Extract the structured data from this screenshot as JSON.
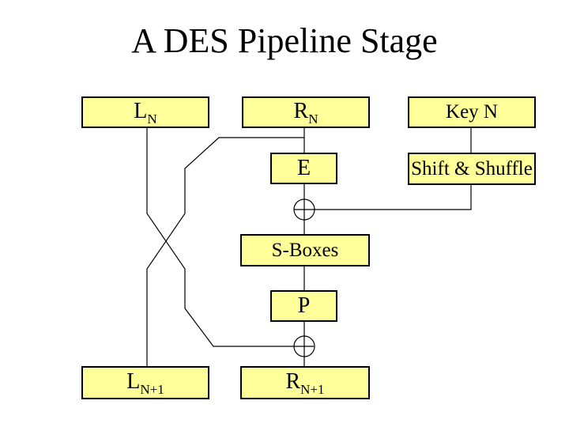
{
  "slide": {
    "title": "A DES Pipeline Stage",
    "boxes": {
      "ln": {
        "main": "L",
        "sub": "N"
      },
      "rn": {
        "main": "R",
        "sub": "N"
      },
      "key_n": {
        "label": "Key N"
      },
      "e": {
        "label": "E"
      },
      "shift": {
        "label": "Shift & Shuffle"
      },
      "s_boxes": {
        "label": "S-Boxes"
      },
      "p": {
        "label": "P"
      },
      "ln_plus_1": {
        "main": "L",
        "sub": "N+1"
      },
      "rn_plus_1": {
        "main": "R",
        "sub": "N+1"
      }
    },
    "icons": {
      "xor_upper": "xor-circle-plus",
      "xor_lower": "xor-circle-plus"
    },
    "colors": {
      "background": "#ffffff",
      "box_fill": "#ffff99",
      "box_border": "#000000",
      "line": "#000000",
      "title_text": "#000000"
    }
  }
}
